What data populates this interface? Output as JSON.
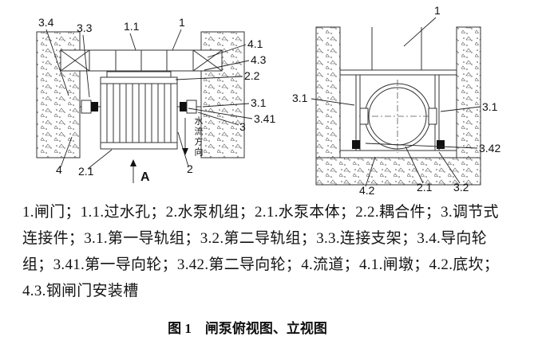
{
  "page": {
    "caption": "图 1　闸泵俯视图、立视图"
  },
  "legend": {
    "lines": [
      "1.闸门；1.1.过水孔；2.水泵机组；2.1.水泵本体；2.2.耦合件；3.调节式",
      "连接件；3.1.第一导轨组；3.2.第二导轨组；3.3.连接支架；3.4.导向轮",
      "组；3.41.第一导向轮；3.42.第二导向轮；4.流道；4.1.闸墩；4.2.底坎；",
      "4.3.钢闸门安装槽"
    ]
  },
  "top_view": {
    "labels": {
      "n34": "3.4",
      "n33": "3.3",
      "n11": "1.1",
      "n1": "1",
      "n41": "4.1",
      "n43": "4.3",
      "n22": "2.2",
      "n31": "3.1",
      "n341": "3.41",
      "n3": "3",
      "n4": "4",
      "n21": "2.1",
      "n2": "2",
      "flow_direction": "水流方向",
      "section_marker": "A"
    }
  },
  "elevation_view": {
    "labels": {
      "n1": "1",
      "n31_left": "3.1",
      "n31_right": "3.1",
      "n342": "3.42",
      "n42": "4.2",
      "n21": "2.1",
      "n32": "3.2"
    }
  }
}
